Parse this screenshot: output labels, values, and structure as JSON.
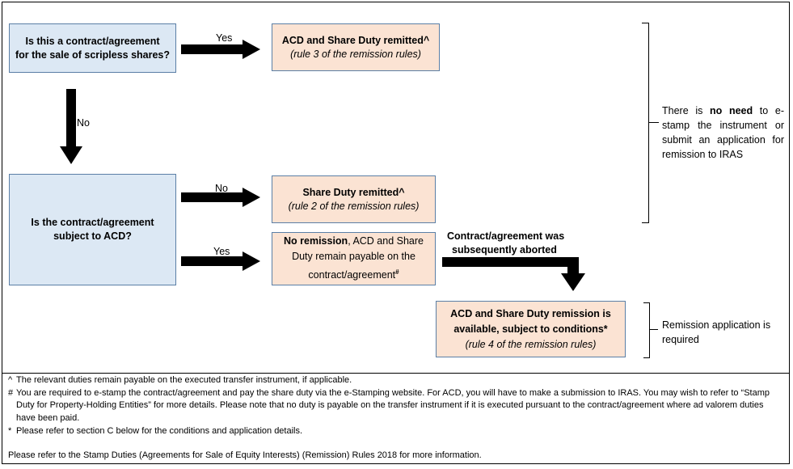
{
  "boxes": {
    "q1": {
      "line1": "Is this a contract/agreement",
      "line2": "for the sale of scripless shares?"
    },
    "remit_all": {
      "line1": "ACD and Share Duty remitted^",
      "line2": "(rule 3 of the remission rules)"
    },
    "q2": {
      "line1": "Is the contract/agreement",
      "line2": "subject to ACD?"
    },
    "remit_share": {
      "line1": "Share Duty remitted^",
      "line2": "(rule 2 of the remission rules)"
    },
    "no_remission": {
      "bold_part": "No remission",
      "line1_rest": ", ACD and Share",
      "line2": "Duty remain payable on the",
      "line3": "contract/agreement",
      "mark": "#"
    },
    "aborted": {
      "line1": "ACD and Share Duty remission is",
      "line2_bold": "available",
      "line2_rest": ", subject to conditions*",
      "line3": "(rule 4 of the remission rules)"
    }
  },
  "labels": {
    "yes_top": "Yes",
    "no_down": "No",
    "no_right": "No",
    "yes_right": "Yes",
    "aborted_line1": "Contract/agreement was",
    "aborted_line2": "subsequently aborted"
  },
  "side_notes": {
    "top": {
      "line1": "There is ",
      "bold": "no need",
      "line1_rest": " to e-",
      "line2": "stamp the instrument or",
      "line3": "submit an application for",
      "line4": "remission to IRAS"
    },
    "bottom": {
      "line1": "Remission application is",
      "line2": "required"
    }
  },
  "footnotes": [
    {
      "mark": "^",
      "text": "The relevant duties remain payable on the executed transfer instrument, if applicable."
    },
    {
      "mark": "#",
      "text": "You are required to e-stamp the contract/agreement and pay the share duty via the e-Stamping website. For ACD, you will have to make a submission to IRAS. You may wish to refer to “Stamp Duty for Property-Holding Entities” for more details. Please note that no duty is payable on the transfer instrument if it is executed pursuant to the contract/agreement where ad valorem duties have been paid."
    },
    {
      "mark": "*",
      "text": "Please refer to section C below for the conditions and application details."
    }
  ],
  "closing_note": "Please refer to the Stamp Duties (Agreements for Sale of Equity Interests) (Remission) Rules 2018 for more information.",
  "colors": {
    "question_fill": "#dce8f4",
    "outcome_fill": "#fbe3d3",
    "box_border": "#5b7fa6",
    "arrow": "#000000"
  }
}
